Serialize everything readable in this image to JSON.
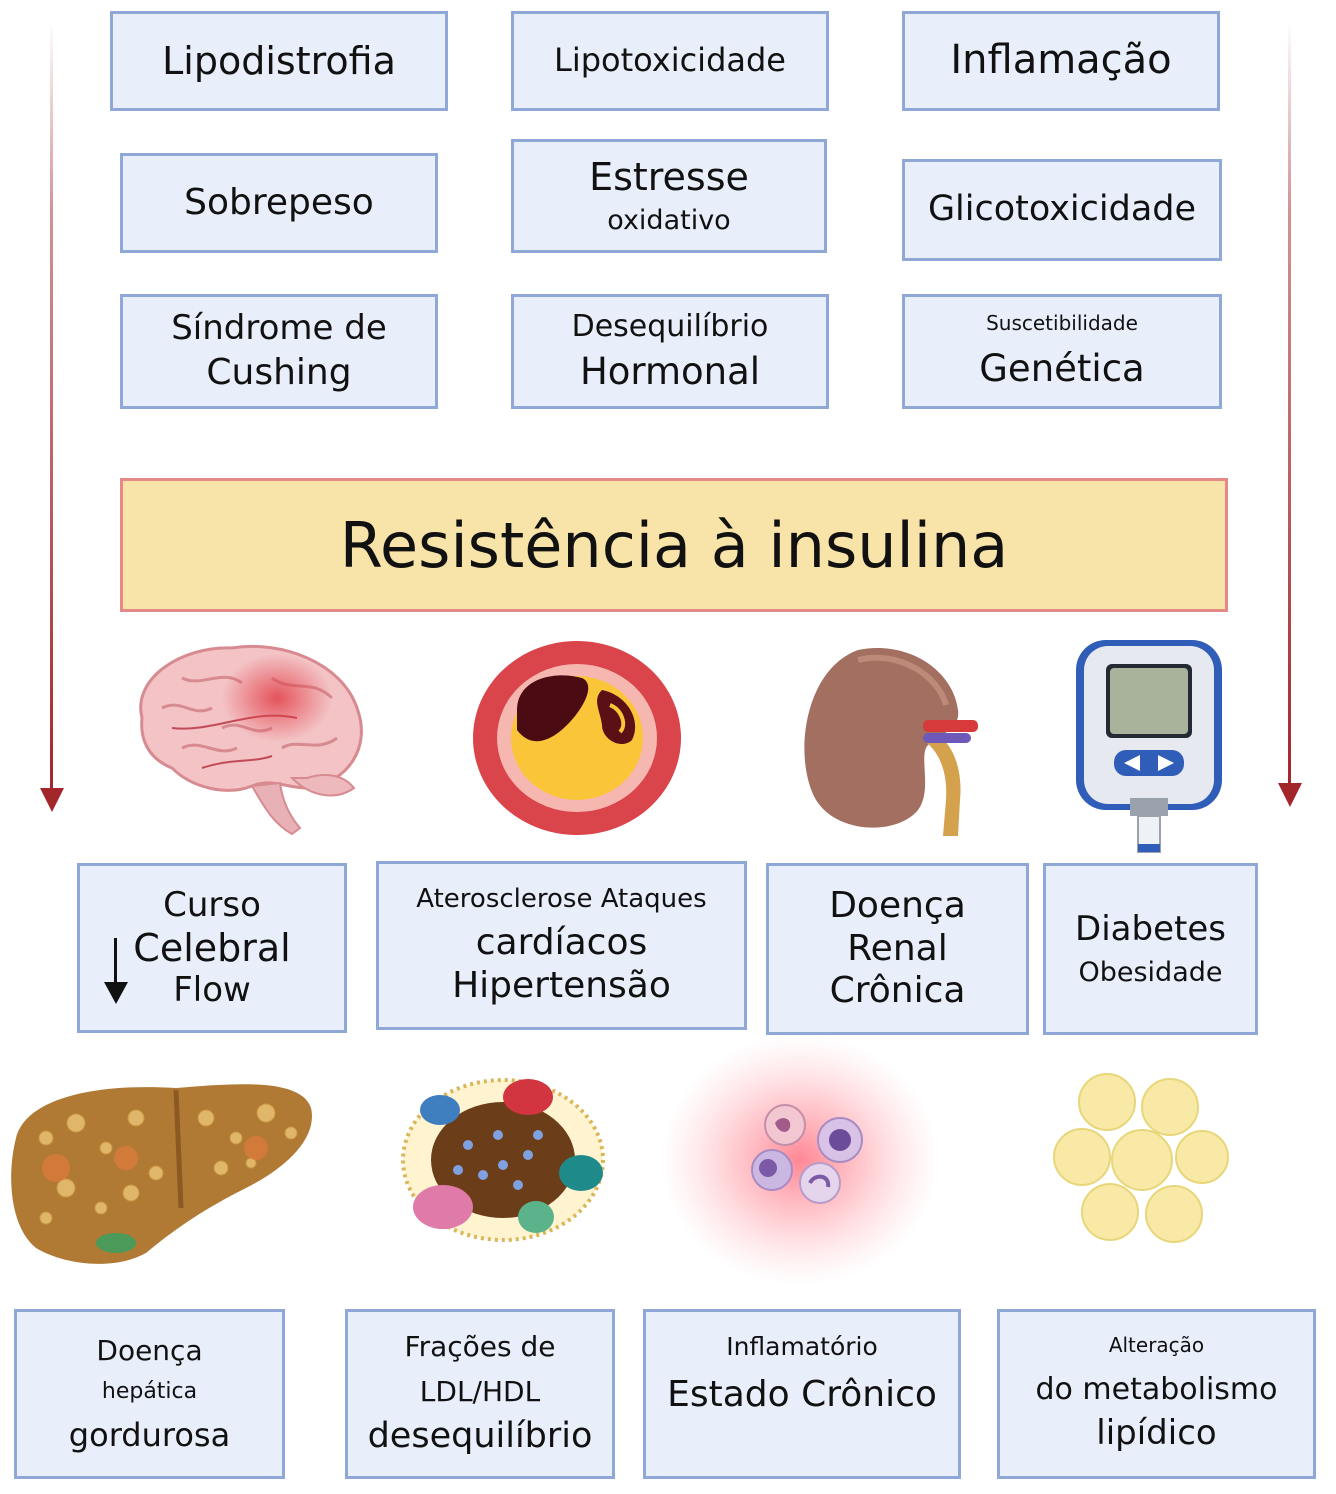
{
  "causes": [
    {
      "lines": [
        "Lipodistrofia"
      ]
    },
    {
      "lines": [
        "Lipotoxicidade"
      ]
    },
    {
      "lines": [
        "Inflamação"
      ]
    },
    {
      "lines": [
        "Sobrepeso"
      ]
    },
    {
      "lines": [
        "Estresse",
        "oxidativo"
      ]
    },
    {
      "lines": [
        "Glicotoxicidade"
      ]
    },
    {
      "lines": [
        "Síndrome de",
        "Cushing"
      ]
    },
    {
      "lines": [
        "Desequilíbrio",
        "Hormonal"
      ]
    },
    {
      "lines": [
        "Suscetibilidade",
        "Genética"
      ]
    }
  ],
  "center": {
    "title": "Resistência à insulina"
  },
  "outcomes_row1": [
    {
      "lines": [
        "Curso",
        "Celebral",
        "Flow"
      ],
      "arrow": "down-arrow"
    },
    {
      "lines": [
        "Aterosclerose Ataques",
        "cardíacos",
        "Hipertensão"
      ]
    },
    {
      "lines": [
        "Doença",
        "Renal",
        "Crônica"
      ]
    },
    {
      "lines": [
        "Diabetes",
        "Obesidade"
      ]
    }
  ],
  "outcomes_row2": [
    {
      "lines": [
        "Doença",
        "hepática",
        "gordurosa"
      ]
    },
    {
      "lines": [
        "Frações de",
        "LDL/HDL",
        "desequilíbrio"
      ]
    },
    {
      "lines": [
        "Inflamatório",
        "Estado Crônico"
      ]
    },
    {
      "lines": [
        "Alteração",
        "do metabolismo",
        "lipídico"
      ]
    }
  ],
  "icons": [
    "brain-icon",
    "artery-plaque-icon",
    "kidney-icon",
    "glucometer-icon",
    "fatty-liver-icon",
    "lipoprotein-icon",
    "immune-cells-icon",
    "fat-cells-icon"
  ],
  "colors": {
    "box_fill": "#e8effb",
    "box_border": "#8fa8d8",
    "center_fill": "#f8e3a8",
    "center_border": "#e48a86",
    "arrow": "#a3262b"
  }
}
